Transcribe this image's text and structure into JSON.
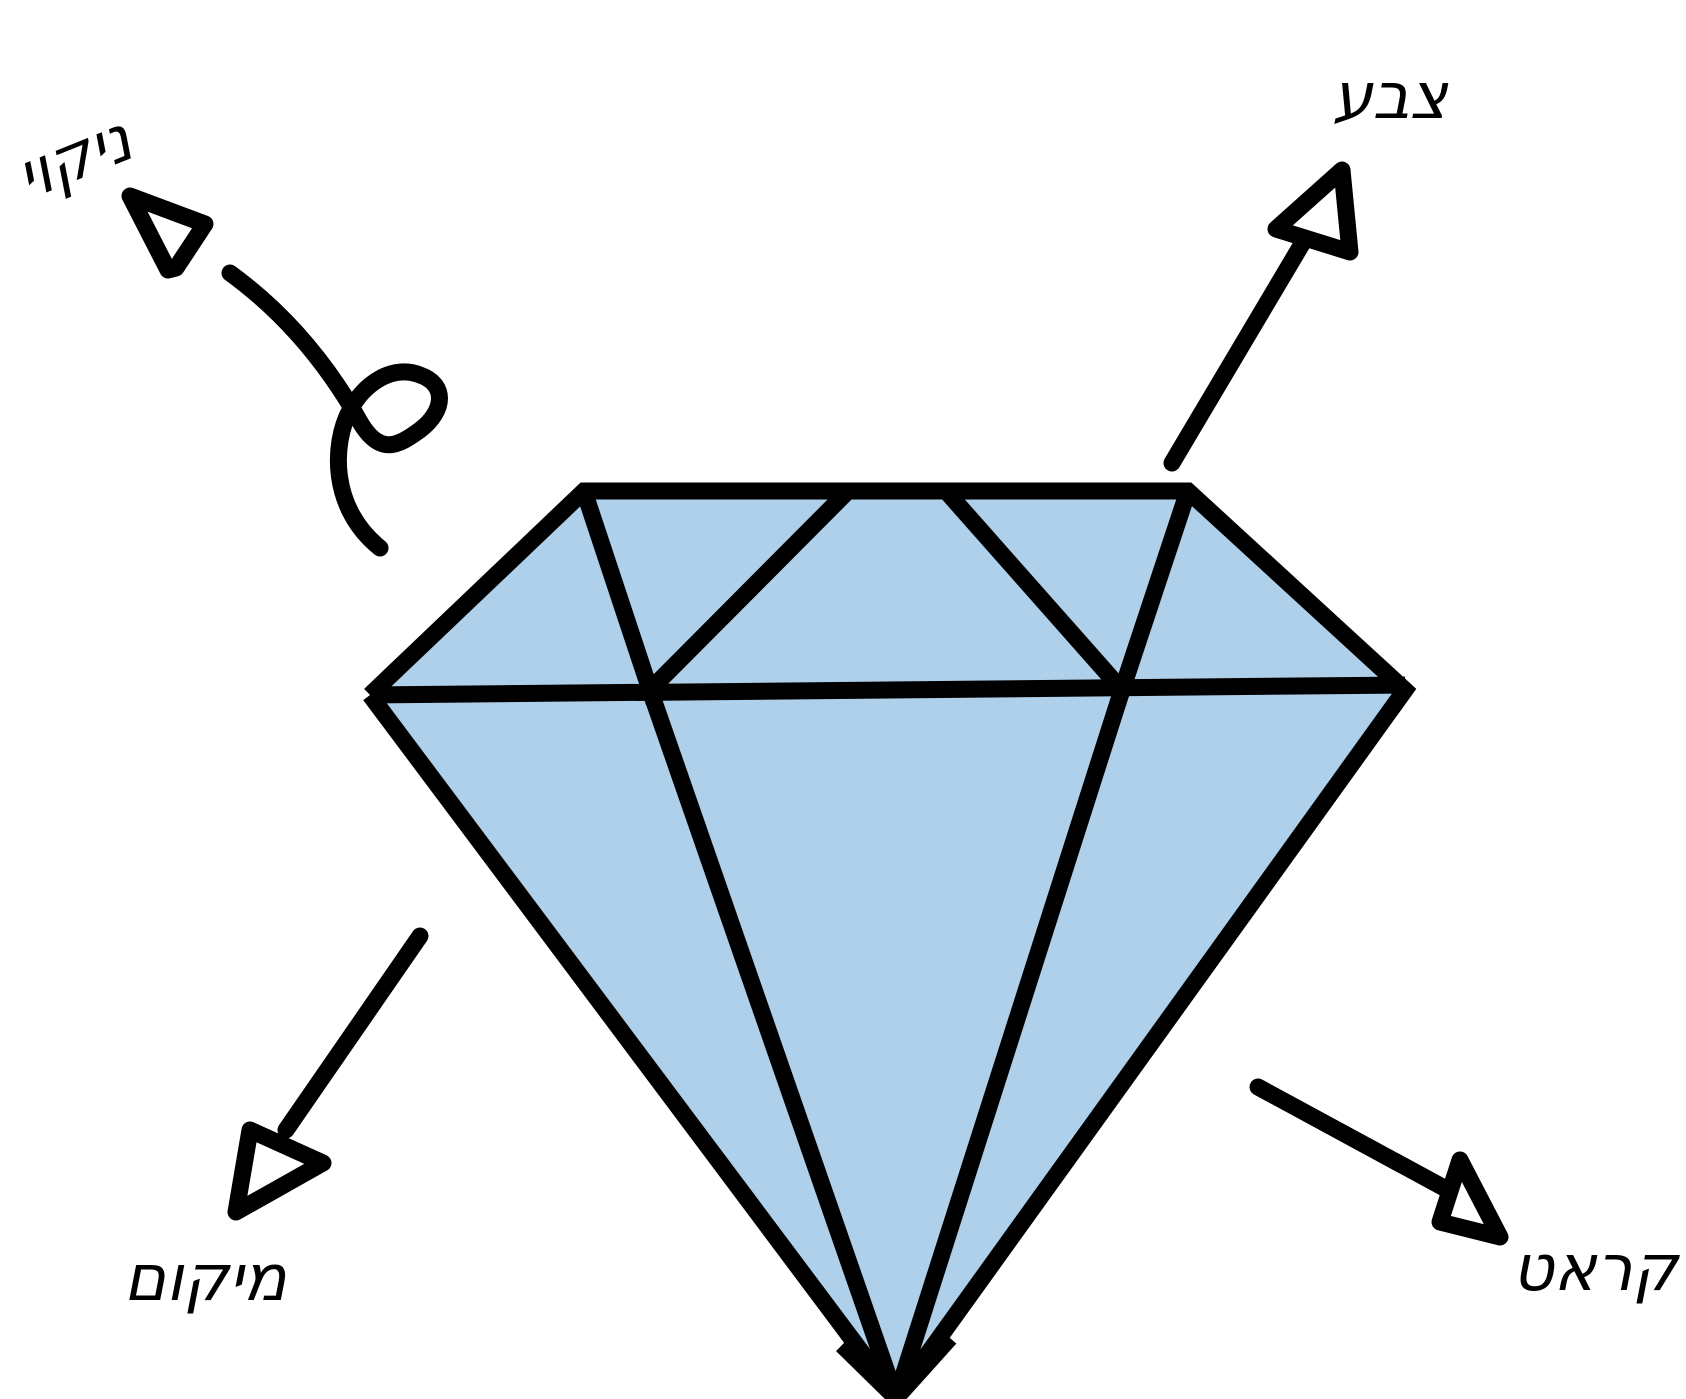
{
  "diagram": {
    "subject": "diamond",
    "fill_color": "#aed0ea",
    "stroke_color": "#000000",
    "labels": {
      "top_left": "ניקוי",
      "top_right": "צבע",
      "bottom_left": "מיקום",
      "bottom_right": "קראט"
    }
  }
}
